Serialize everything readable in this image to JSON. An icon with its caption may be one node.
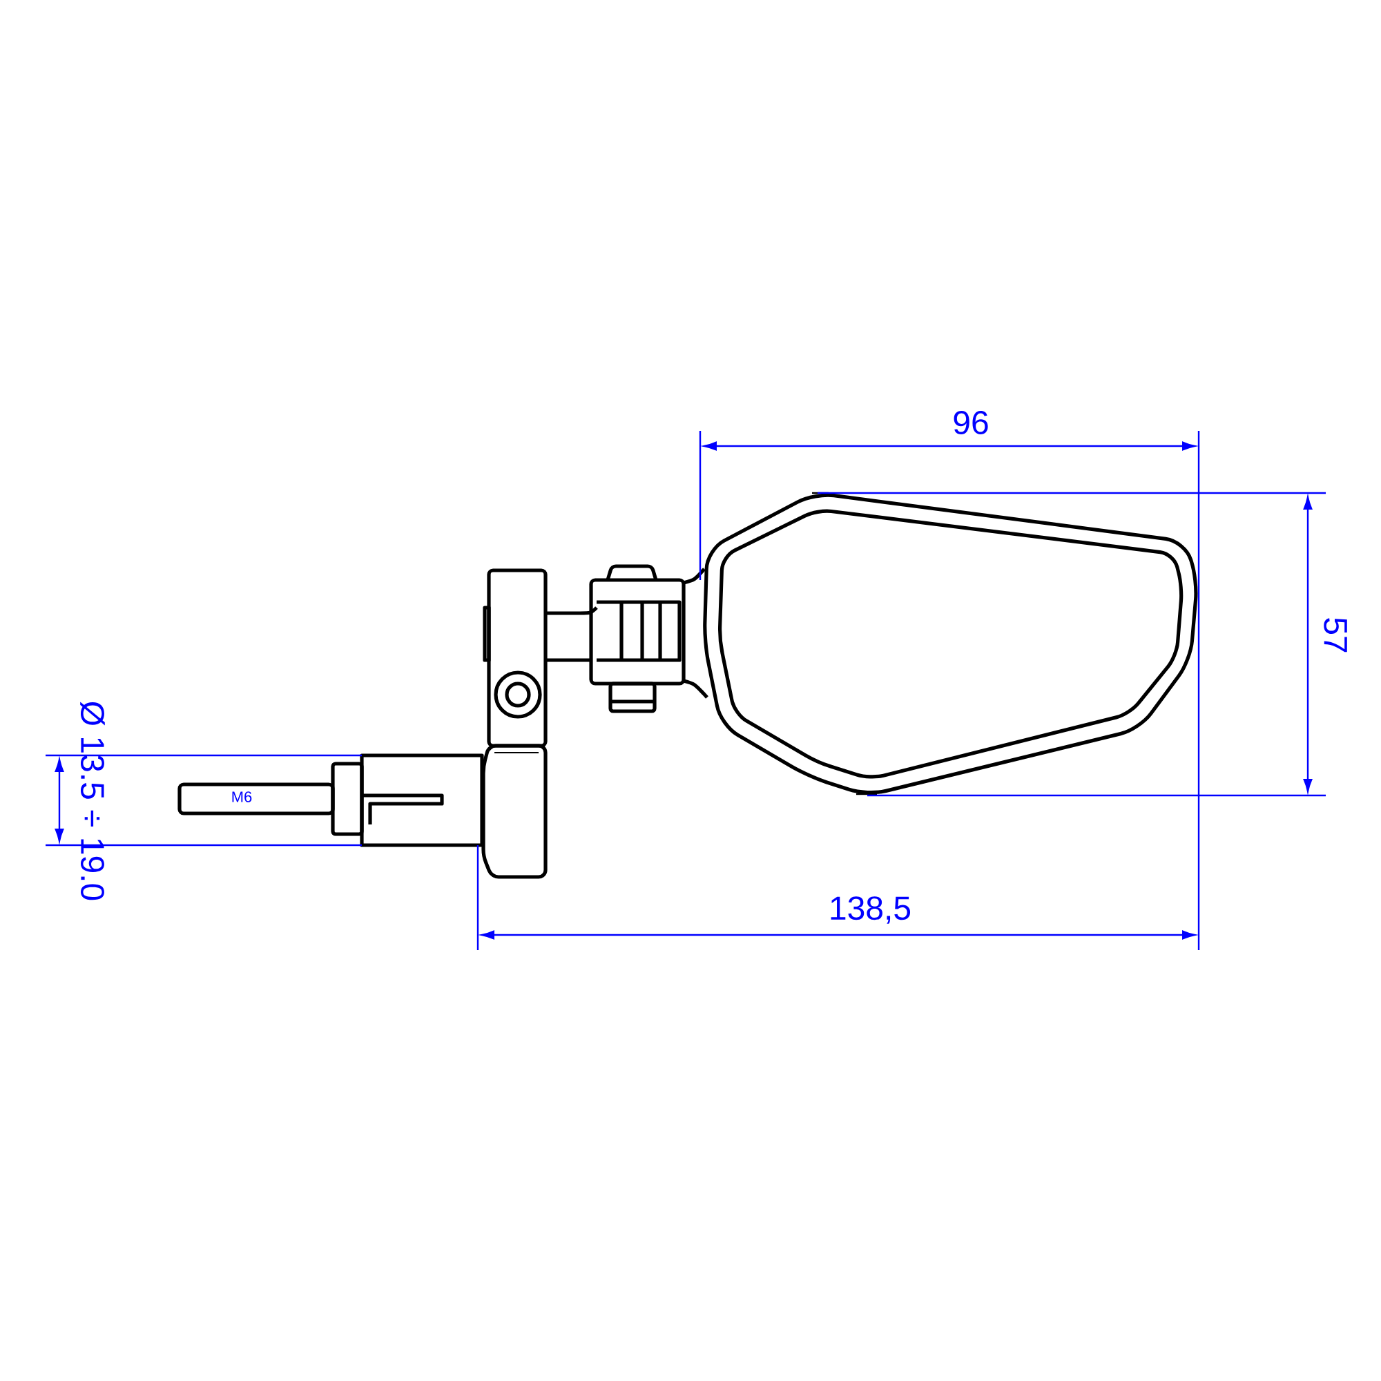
{
  "diagram": {
    "labels": [
      "96",
      "57",
      "Ø 13.5 ÷ 19.0",
      "M6",
      "138,5"
    ]
  }
}
